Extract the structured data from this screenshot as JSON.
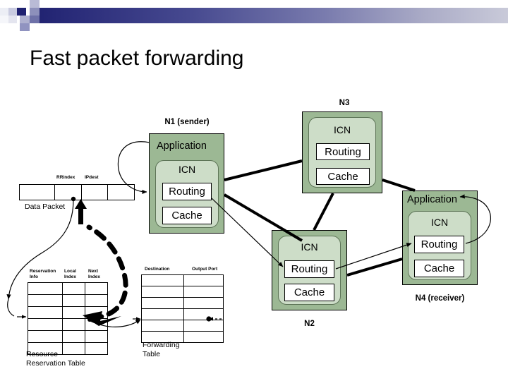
{
  "slide": {
    "title": "Fast packet forwarding",
    "header_accent_color": "#1f2170",
    "node_fill_color": "#9cb894",
    "icn_fill_color": "#cdddc8"
  },
  "nodes": [
    {
      "id": "n1",
      "label": "N1 (sender)",
      "application_label": "Application",
      "icn_label": "ICN",
      "routing_label": "Routing",
      "cache_label": "Cache"
    },
    {
      "id": "n3",
      "label": "N3",
      "application_label": "",
      "icn_label": "ICN",
      "routing_label": "Routing",
      "cache_label": "Cache"
    },
    {
      "id": "n2",
      "label": "N2",
      "application_label": "",
      "icn_label": "ICN",
      "routing_label": "Routing",
      "cache_label": "Cache"
    },
    {
      "id": "n4",
      "label": "N4 (receiver)",
      "application_label": "Application",
      "icn_label": "ICN",
      "routing_label": "Routing",
      "cache_label": "Cache"
    }
  ],
  "data_packet": {
    "caption": "Data Packet",
    "field_headers": [
      "RRindex",
      "IPdest"
    ],
    "cells": [
      "",
      "",
      "",
      ""
    ]
  },
  "reservation_table": {
    "caption": "Resource\nReservation Table",
    "columns": [
      "Reservation\nInfo",
      "Local\nIndex",
      "Next\nIndex"
    ],
    "rows": 6
  },
  "forwarding_table": {
    "caption": "Forwarding\nTable",
    "columns": [
      "Destination",
      "Output Port"
    ],
    "rows": 6
  }
}
